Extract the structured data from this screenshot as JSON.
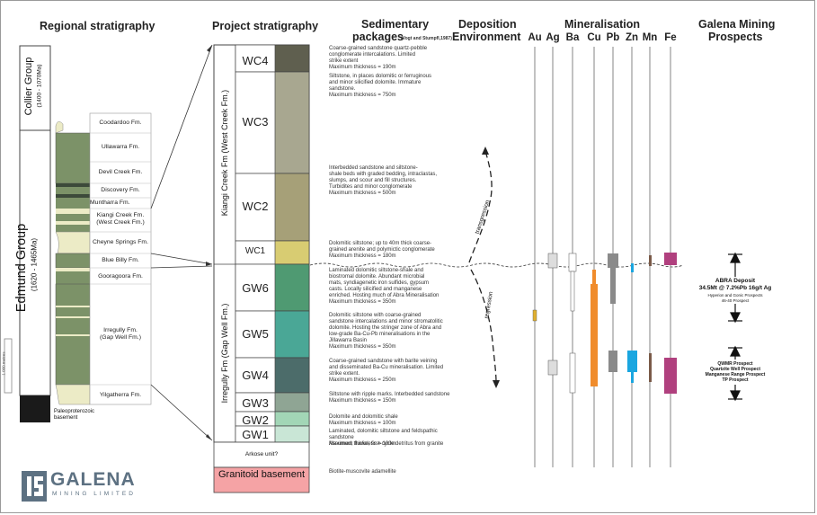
{
  "headers": {
    "regional": "Regional stratigraphy",
    "project": "Project stratigraphy",
    "sedimentary_line1": "Sedimentary",
    "sedimentary_line2": "packages",
    "sedimentary_ref": "(Vogt and Stumpfl,1987)",
    "deposition_line1": "Deposition",
    "deposition_line2": "Environment",
    "mineralisation": "Mineralisation",
    "prospects_line1": "Galena Mining",
    "prospects_line2": "Prospects"
  },
  "regional": {
    "collier_group": "Collier Group",
    "collier_age": "(1400 - 1070Ma)",
    "edmund_group": "Edmund Group",
    "edmund_age": "(1620 - 1465Ma)",
    "scale": "1 000 metres",
    "basement": "Paleoproterozoic basement",
    "formations": [
      "Coodardoo Fm.",
      "Ullawarra Fm.",
      "Devil Creek Fm.",
      "Discovery Fm.",
      "Muntharra Fm.",
      "Kiangi Creek Fm.\n(West Creek Fm.)",
      "Cheyne Springs Fm.",
      "Blue Billy Fm.",
      "Gooragoora Fm.",
      "Irregully Fm.\n(Gap Well Fm.)",
      "Yilgatherra Fm."
    ]
  },
  "project": {
    "kiangi_label": "Kiangi Creek Fm (West Creek Fm.)",
    "irregully_label": "Irregully Fm (Gap Well Fm.)",
    "units": [
      "WC4",
      "WC3",
      "WC2",
      "WC1",
      "GW6",
      "GW5",
      "GW4",
      "GW3",
      "GW2",
      "GW1"
    ],
    "arkose": "Arkose unit?",
    "granitoid": "Granitoid basement",
    "colors": [
      "#5f5f4f",
      "#a8a790",
      "#a6a078",
      "#d8cc72",
      "#4f9a72",
      "#4aa796",
      "#4c6c6a",
      "#8fa594",
      "#a2d6b6",
      "#c9e6d6",
      "#ffffff",
      "#f5a3a5"
    ]
  },
  "descriptions": [
    "Coarse-grained sandstone quartz-pebble\nconglomerate intercalations. Limited\nstrike extent\nMaximum thickness = 190m",
    "Siltstone, in places dolomitic or ferruginous\nand minor silicified dolomite. Immature\nsandstone.\nMaximum thickness = 750m",
    "Interbedded sandstone and siltstone-\nshale beds with graded bedding, intraclastas,\nslumps, and scour and fill structures.\nTurbidites and minor conglomerate\nMaximum thickness = 500m",
    "Dolomitic siltstone; up to 40m thick coarse-\ngrained arenite and polymictic conglomerate\nMaximum thickness = 180m",
    "Laminated dolomitic siltstone-shale and\nbiostromal dolomite. Abundant microbial\nmats, syndiagenetic iron sulfides, gypsum\ncasts. Locally silicified and manganese\nenriched. Hosting much of Abra Mineralisation\nMaximum thickness = 350m",
    "Dolomitic siltstone with coarse-grained\nsandstone intercalations and minor stromatolitic\ndolomite. Hosting the stringer zone of Abra and\nlow-grade Ba-Cu-Pb mineralisations in the\nJillawarra Basin\nMaximum thickness = 350m",
    "Coarse-grained sandstone with barite veining\nand disseminated Ba-Cu mineralisation. Limited\nstrike extent.\nMaximum thickness = 250m",
    "Siltstone with ripple marks. Interbedded sandstone\nMaximum thickness = 150m",
    "Dolomite and dolomitic shale\nMaximum thickness = 100m",
    "Laminated, dolomitic siltstone and feldspathic sandstone\nMaximum thickness = 100m",
    "Assumed; fluvial, first-cycle detritus from granite",
    "Biotite-muscovite adamellite"
  ],
  "deposition": {
    "transgression": "transgression",
    "regression": "regression"
  },
  "mineralisation": {
    "elements": [
      "Au",
      "Ag",
      "Ba",
      "Cu",
      "Pb",
      "Zn",
      "Mn",
      "Fe"
    ],
    "colors": {
      "Au": "#e0b030",
      "Ag": "#dddddd",
      "Ba": "#ffffff",
      "Cu": "#f08c2c",
      "Pb": "#8a8a8a",
      "Zn": "#1aa6e0",
      "Mn": "#7a5a48",
      "Fe": "#b0407e"
    }
  },
  "prospects": {
    "abra_title": "ABRA Deposit",
    "abra_resource": "34.5Mt @ 7.2%Pb 16g/t Ag",
    "abra_sub1": "Hyperion and Gonic Prospects",
    "abra_sub2": "46-40 Prospect",
    "lower_items": [
      "QWMR Prospect",
      "Quartzite Well Prospect",
      "Manganese Range Prospect",
      "TP Prospect"
    ]
  },
  "logo": {
    "name": "GALENA",
    "tagline": "MINING LIMITED"
  }
}
